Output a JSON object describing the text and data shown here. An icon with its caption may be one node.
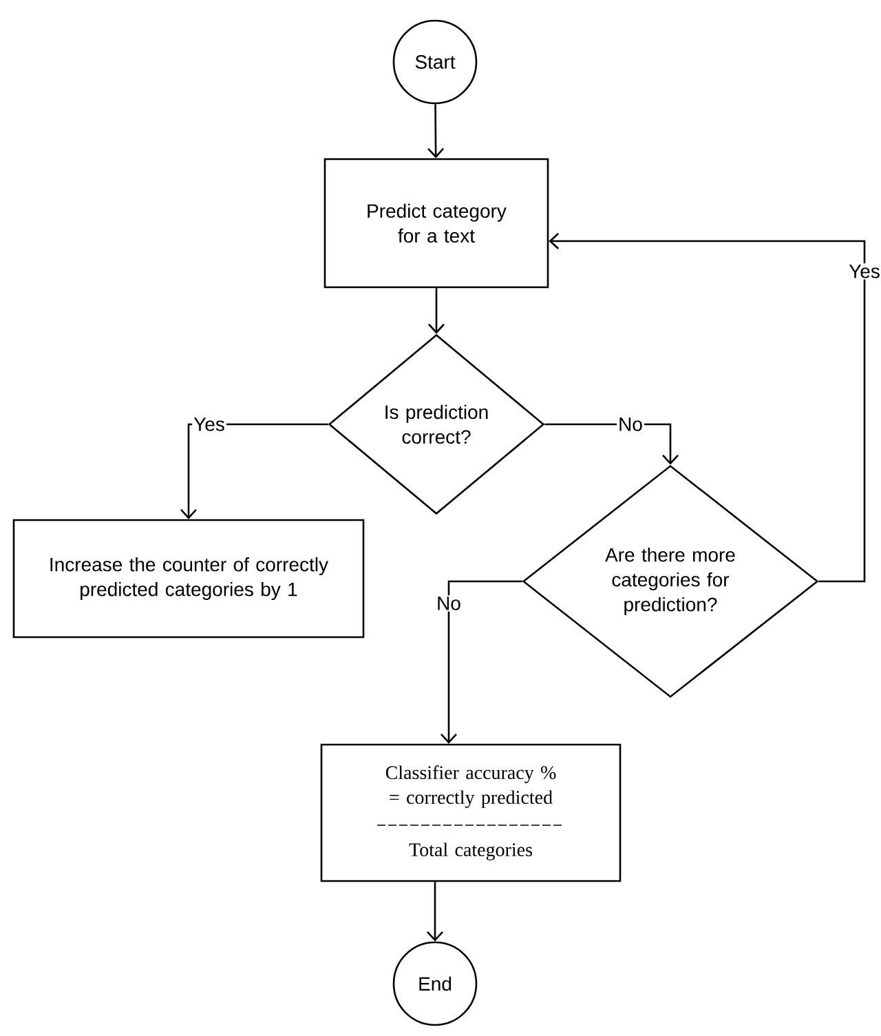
{
  "diagram": {
    "nodes": [
      {
        "text": [
          "Start"
        ]
      },
      {
        "text": [
          "Predict category for a text"
        ]
      },
      {
        "text": [
          "Is prediction correct?"
        ]
      },
      {
        "text": [
          "Increase the counter of correctly predicted categories by 1"
        ]
      },
      {
        "text": [
          "Are there more categories for prediction?"
        ]
      },
      {
        "text": [
          "Classifier accuracy % = correctly predicted",
          "Total categories"
        ]
      },
      {
        "text": [
          "End"
        ]
      }
    ],
    "edges": [
      {
        "from": 0,
        "to": 1,
        "arrow": "to"
      },
      {
        "from": 1,
        "to": 2,
        "arrow": "to"
      },
      {
        "from": 2,
        "to": 3,
        "arrow": "to",
        "label": "Yes"
      },
      {
        "from": 2,
        "to": 4,
        "arrow": "to",
        "label": "No"
      },
      {
        "from": 4,
        "to": 1,
        "arrow": "to",
        "label": "Yes"
      },
      {
        "from": 4,
        "to": 5,
        "arrow": "to",
        "label": "No"
      },
      {
        "from": 5,
        "to": 6,
        "arrow": "to"
      }
    ]
  }
}
